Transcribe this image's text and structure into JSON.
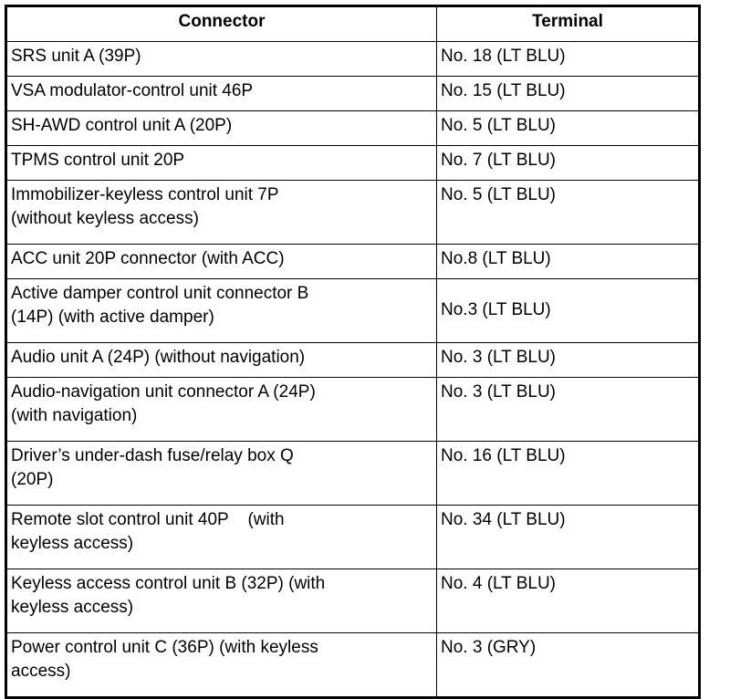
{
  "table": {
    "headers": {
      "connector": "Connector",
      "terminal": "Terminal"
    },
    "rows": [
      {
        "connector": "SRS unit A (39P)",
        "terminal": "No. 18 (LT BLU)",
        "lines": 1,
        "terminal_valign": "top"
      },
      {
        "connector": "VSA modulator-control unit 46P",
        "terminal": "No. 15 (LT BLU)",
        "lines": 1,
        "terminal_valign": "top"
      },
      {
        "connector": "SH-AWD control unit A (20P)",
        "terminal": "No. 5 (LT BLU)",
        "lines": 1,
        "terminal_valign": "top"
      },
      {
        "connector": "TPMS control unit 20P",
        "terminal": "No. 7 (LT BLU)",
        "lines": 1,
        "terminal_valign": "top"
      },
      {
        "connector": "Immobilizer-keyless control unit 7P\n(without keyless access)",
        "terminal": "No. 5 (LT BLU)",
        "lines": 2,
        "terminal_valign": "top"
      },
      {
        "connector": "ACC unit 20P connector (with ACC)",
        "terminal": "No.8 (LT BLU)",
        "lines": 1,
        "terminal_valign": "top"
      },
      {
        "connector": "Active damper control unit connector B\n(14P) (with active damper)",
        "terminal": "No.3 (LT BLU)",
        "lines": 2,
        "terminal_valign": "middle"
      },
      {
        "connector": "Audio unit A (24P) (without navigation)",
        "terminal": "No. 3 (LT BLU)",
        "lines": 1,
        "terminal_valign": "top"
      },
      {
        "connector": "Audio-navigation unit connector A (24P)\n(with navigation)",
        "terminal": "No. 3 (LT BLU)",
        "lines": 2,
        "terminal_valign": "top"
      },
      {
        "connector": "Driver’s under-dash fuse/relay box Q\n(20P)",
        "terminal": "No. 16 (LT BLU)",
        "lines": 2,
        "terminal_valign": "top"
      },
      {
        "connector": "Remote slot control unit 40P    (with\nkeyless access)",
        "terminal": "No. 34 (LT BLU)",
        "lines": 2,
        "terminal_valign": "top"
      },
      {
        "connector": "Keyless access control unit B (32P) (with\nkeyless access)",
        "terminal": "No. 4 (LT BLU)",
        "lines": 2,
        "terminal_valign": "top"
      },
      {
        "connector": "Power control unit C (36P) (with keyless\naccess)",
        "terminal": "No. 3 (GRY)",
        "lines": 2,
        "terminal_valign": "top"
      }
    ]
  }
}
